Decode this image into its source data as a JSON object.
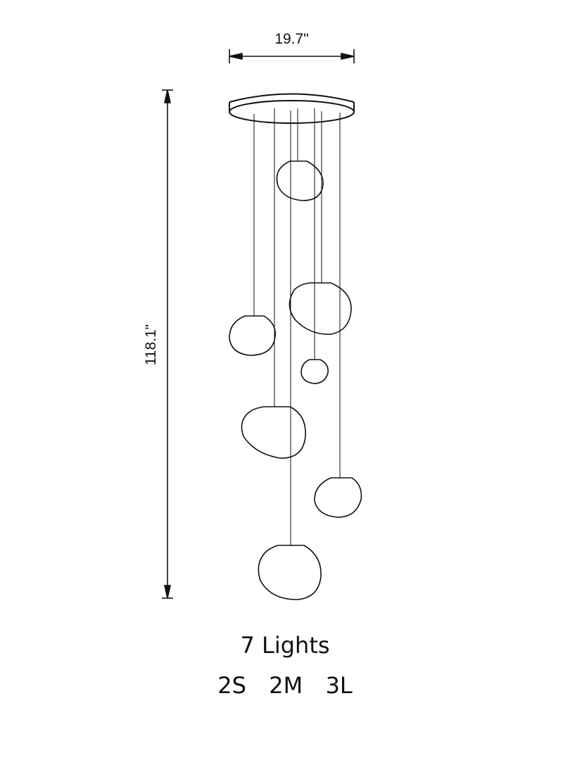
{
  "dimensions": {
    "width": "19.7\"",
    "height": "118.1\""
  },
  "product": {
    "light_count": "7 Lights",
    "size_mix": "2S  2M  3L"
  },
  "colors": {
    "line": "#111111",
    "background": "#ffffff"
  }
}
